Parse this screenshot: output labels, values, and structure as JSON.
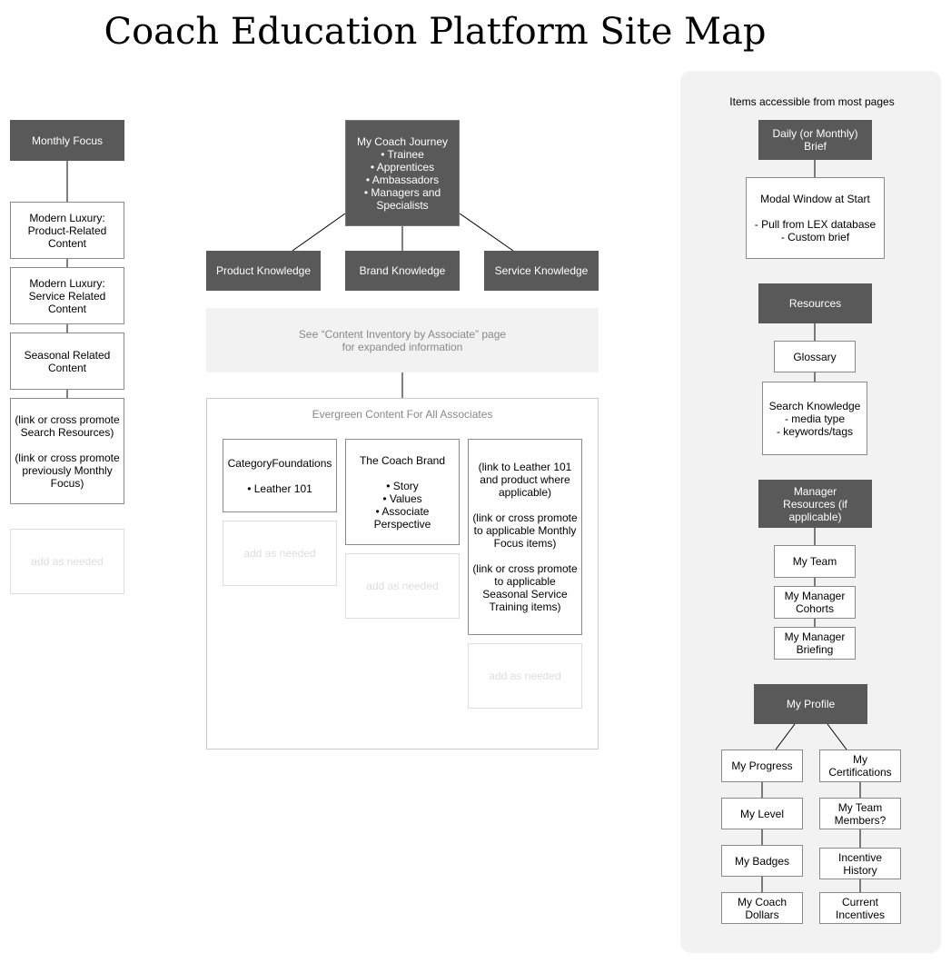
{
  "title": "Coach Education Platform Site Map",
  "left": {
    "monthly_focus": "Monthly Focus",
    "items": [
      "Modern Luxury:\nProduct-Related\nContent",
      "Modern Luxury:\nService Related\nContent",
      "Seasonal Related\nContent",
      "(link or cross promote\nSearch Resources)\n\n(link or cross promote\npreviously Monthly\nFocus)"
    ],
    "add": "add as needed"
  },
  "center": {
    "journey": "My Coach Journey\n• Trainee\n• Apprentices\n• Ambassadors\n• Managers and\nSpecialists",
    "product": "Product Knowledge",
    "brand": "Brand Knowledge",
    "service": "Service Knowledge",
    "note": "See “Content Inventory by Associate” page\nfor expanded information",
    "evergreen_title": "Evergreen Content For All Associates",
    "category": "CategoryFoundations\n\n• Leather 101",
    "coach_brand": "The Coach Brand\n\n• Story\n• Values\n• Associate\nPerspective",
    "links": "(link to Leather 101\nand product where\napplicable)\n\n(link or cross promote\nto applicable Monthly\nFocus items)\n\n(link or cross promote\nto applicable\nSeasonal Service\nTraining items)",
    "add": "add as needed"
  },
  "right": {
    "header": "Items accessible from most pages",
    "daily_brief": "Daily (or Monthly)\nBrief",
    "modal": "Modal Window at Start\n\n- Pull from LEX database\n- Custom brief",
    "resources": "Resources",
    "glossary": "Glossary",
    "search": "Search Knowledge\n- media type\n- keywords/tags",
    "manager_resources": "Manager\nResources (if\napplicable)",
    "my_team": "My Team",
    "cohorts": "My Manager\nCohorts",
    "briefing": "My Manager\nBriefing",
    "profile": "My Profile",
    "profile_left": [
      "My Progress",
      "My Level",
      "My Badges",
      "My Coach\nDollars"
    ],
    "profile_right": [
      "My\nCertifications",
      "My Team\nMembers?",
      "Incentive\nHistory",
      "Current\nIncentives"
    ]
  }
}
